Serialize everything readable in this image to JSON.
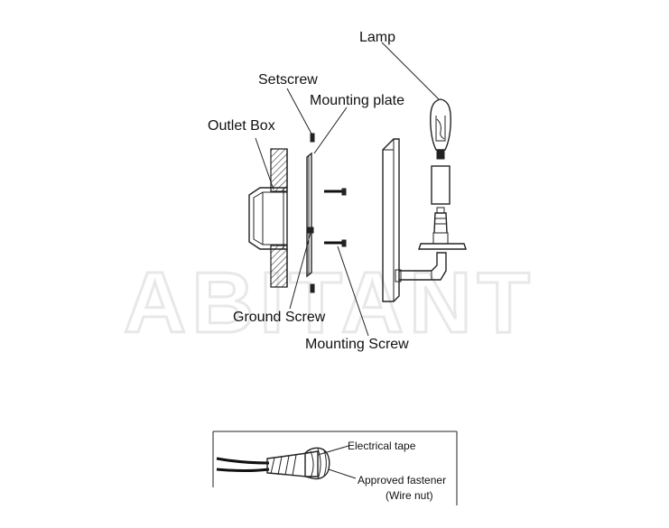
{
  "labels": {
    "lamp": "Lamp",
    "setscrew": "Setscrew",
    "mounting_plate": "Mounting plate",
    "outlet_box": "Outlet Box",
    "ground_screw": "Ground Screw",
    "mounting_screw": "Mounting Screw",
    "electrical_tape": "Electrical tape",
    "approved_fastener": "Approved fastener",
    "wire_nut": "(Wire nut)"
  },
  "watermark": "ABITANT"
}
